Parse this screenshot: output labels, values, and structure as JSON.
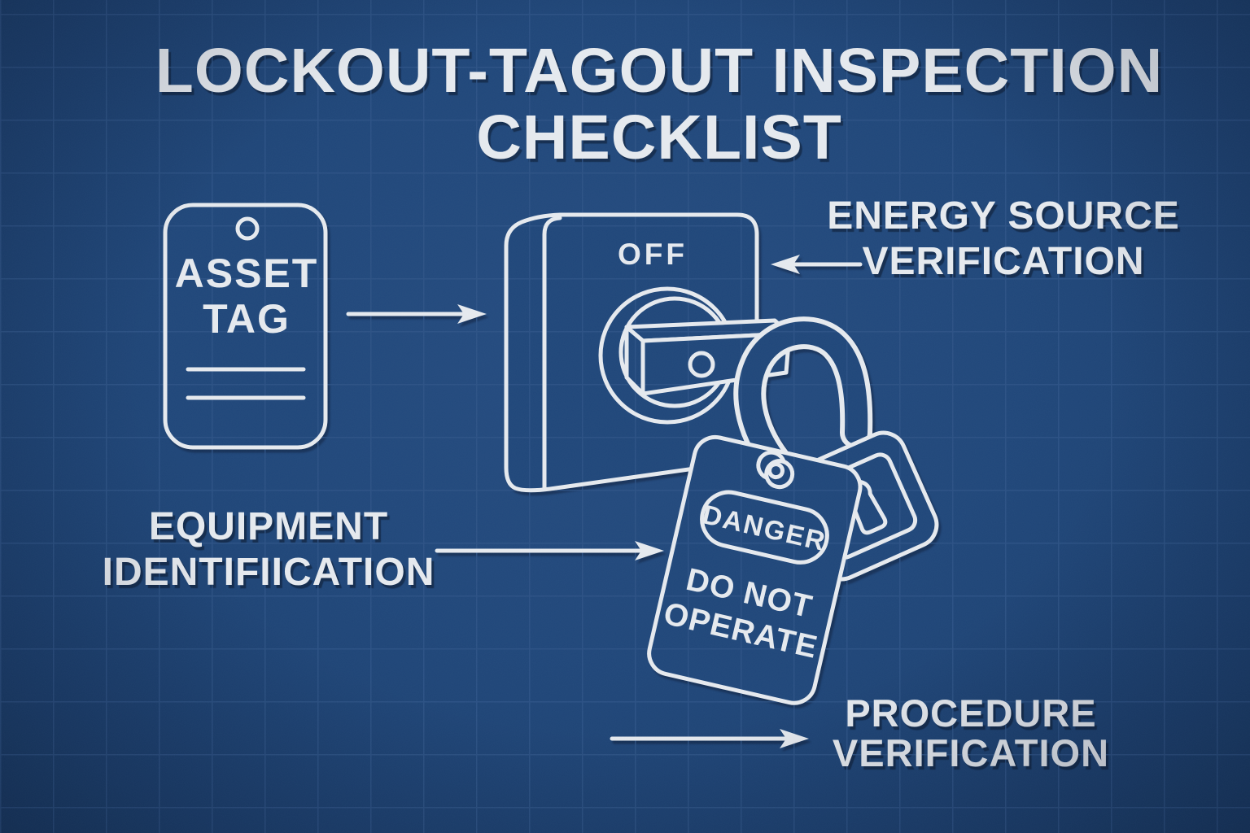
{
  "title": {
    "line1": "LOCKOUT-TAGOUT INSPECTION",
    "line2": "CHECKLIST"
  },
  "labels": {
    "energy": {
      "line1": "ENERGY SOURCE",
      "line2": "VERIFICATION"
    },
    "equipment": {
      "line1": "EQUIPMENT",
      "line2": "IDENTIFIICATION"
    },
    "procedure": {
      "line1": "PROCEDURE",
      "line2": "VERIFICATION"
    }
  },
  "asset_tag": {
    "line1": "ASSET",
    "line2": "TAG"
  },
  "switch": {
    "state_label": "OFF"
  },
  "danger_tag": {
    "header": "DANGER",
    "line1": "DO NOT",
    "line2": "OPERATE"
  },
  "colors": {
    "background": "#20477a",
    "line": "#e5e9ee",
    "grid": "#2e5386"
  }
}
